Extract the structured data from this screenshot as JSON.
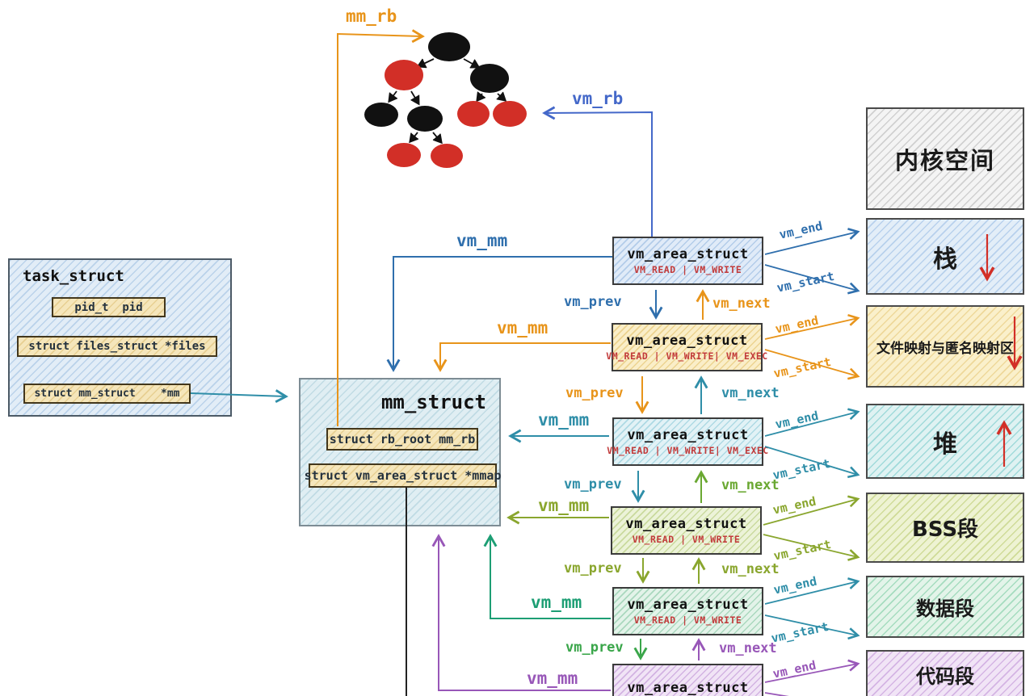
{
  "labels": {
    "mm_rb": "mm_rb",
    "vm_rb": "vm_rb",
    "vm_mm": "vm_mm",
    "vm_prev": "vm_prev",
    "vm_next": "vm_next",
    "vm_end": "vm_end",
    "vm_start": "vm_start"
  },
  "task_struct": {
    "title": "task_struct",
    "fields": [
      "pid_t  pid",
      "struct files_struct *files",
      "struct mm_struct    *mm"
    ]
  },
  "mm_struct": {
    "title": "mm_struct",
    "fields": [
      "struct rb_root mm_rb",
      "struct vm_area_struct *mmap"
    ]
  },
  "vma_rows": [
    {
      "title": "vm_area_struct",
      "flags": "VM_READ | VM_WRITE"
    },
    {
      "title": "vm_area_struct",
      "flags": "VM_READ | VM_WRITE| VM_EXEC"
    },
    {
      "title": "vm_area_struct",
      "flags": "VM_READ | VM_WRITE| VM_EXEC"
    },
    {
      "title": "vm_area_struct",
      "flags": "VM_READ | VM_WRITE"
    },
    {
      "title": "vm_area_struct",
      "flags": "VM_READ | VM_WRITE"
    },
    {
      "title": "vm_area_struct"
    }
  ],
  "segments": [
    {
      "label": "内核空间"
    },
    {
      "label": "栈",
      "growth": "down"
    },
    {
      "label": "文件映射与匿名映射区",
      "growth": "down"
    },
    {
      "label": "堆",
      "growth": "up"
    },
    {
      "label": "BSS段"
    },
    {
      "label": "数据段"
    },
    {
      "label": "代码段"
    }
  ],
  "colors": {
    "orange": "#e8941a",
    "royal_blue": "#4468c9",
    "steel_blue": "#2f6fad",
    "teal": "#2f8ea8",
    "olive_green": "#8aa62e",
    "yellow_green": "#6aa832",
    "bright_green": "#3aa64a",
    "sea_green": "#1d9e74",
    "purple": "#9857b8",
    "red": "#d22f27",
    "flags_red": "#c23b3b",
    "black": "#111111"
  }
}
